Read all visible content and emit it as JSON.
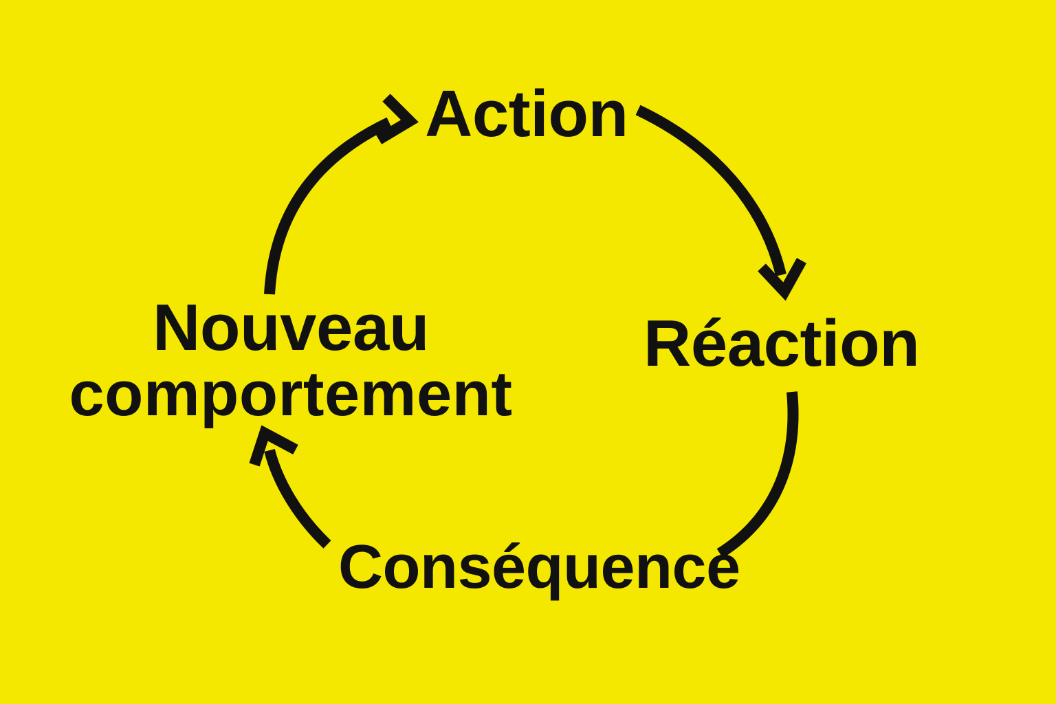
{
  "diagram": {
    "title": "Cycle Action - Réaction - Conséquence - Nouveau comportement",
    "background_color": "#F5E800",
    "ink_color": "#111111",
    "nodes": [
      {
        "id": "action",
        "label": "Action",
        "position": "top"
      },
      {
        "id": "reaction",
        "label": "Réaction",
        "position": "right"
      },
      {
        "id": "consequence",
        "label": "Conséquence",
        "position": "bottom"
      },
      {
        "id": "nouveau-comportement",
        "label_line_1": "Nouveau",
        "label_line_2": "comportement",
        "position": "left"
      }
    ],
    "connectors": [
      {
        "id": "nouveau-to-action",
        "from": "nouveau-comportement",
        "to": "action",
        "arrowhead": "chevron"
      },
      {
        "id": "action-to-reaction",
        "from": "action",
        "to": "reaction",
        "arrowhead": "chevron"
      },
      {
        "id": "reaction-to-consequence",
        "from": "reaction",
        "to": "consequence",
        "arrowhead": "none"
      },
      {
        "id": "consequence-to-nouveau",
        "from": "consequence",
        "to": "nouveau-comportement",
        "arrowhead": "chevron"
      }
    ]
  }
}
